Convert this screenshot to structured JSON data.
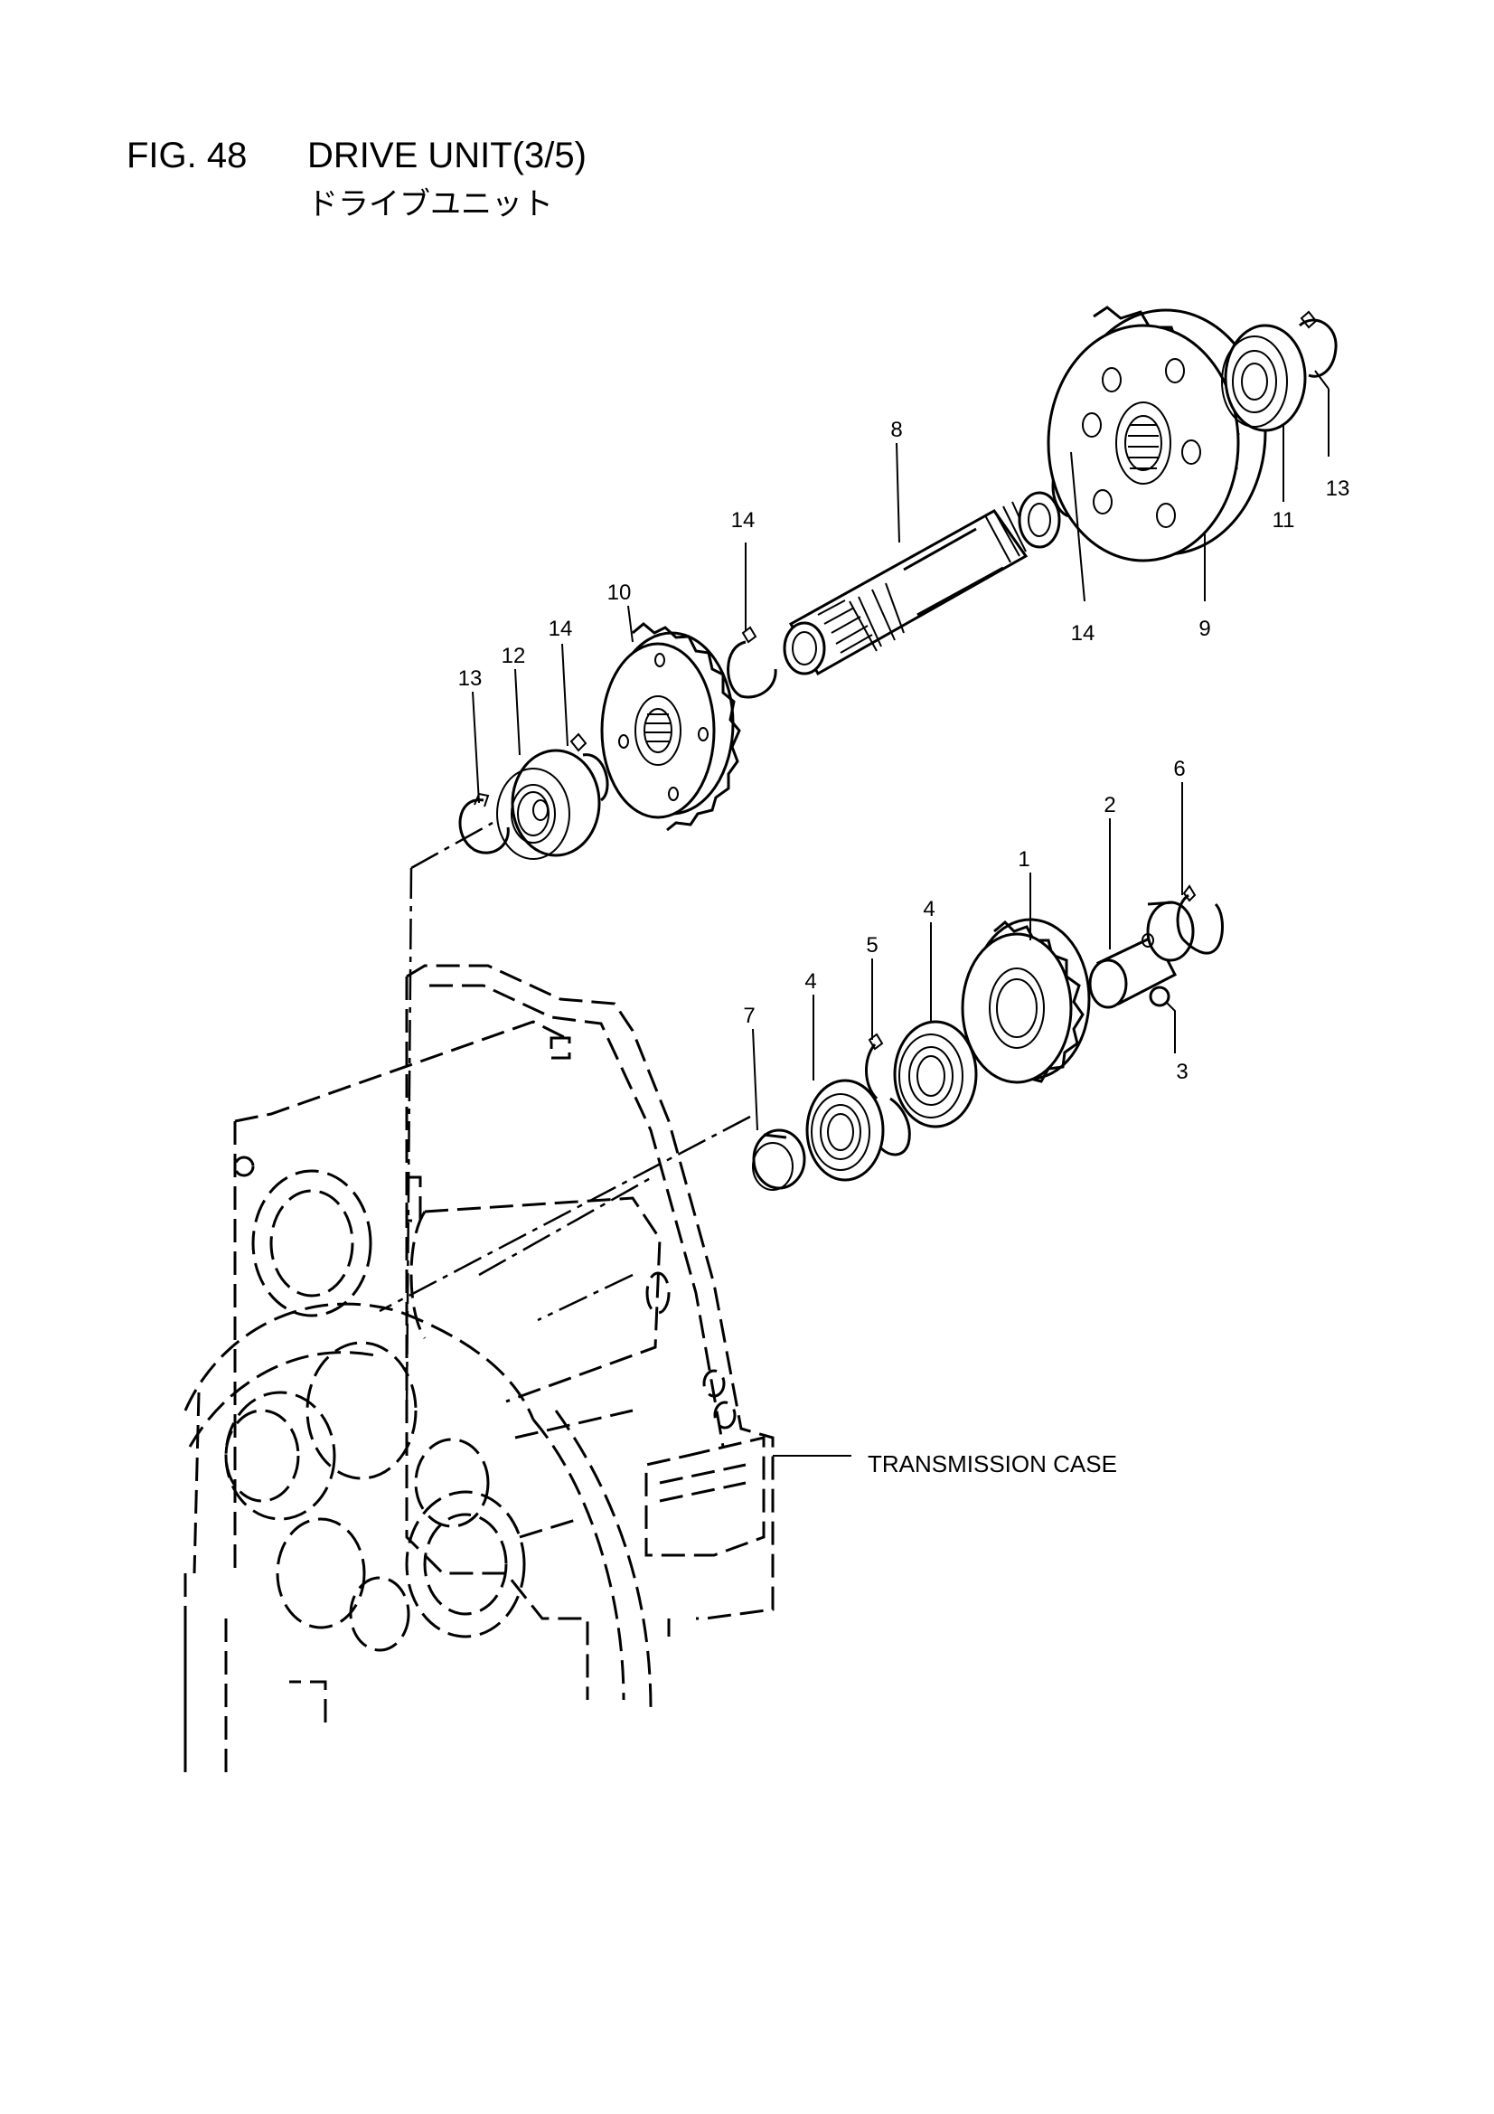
{
  "header": {
    "fig_no": "FIG. 48",
    "title": "DRIVE UNIT(3/5)",
    "subtitle": "ドライブユニット"
  },
  "callouts": [
    {
      "id": "c1",
      "text": "1"
    },
    {
      "id": "c2",
      "text": "2"
    },
    {
      "id": "c3",
      "text": "3"
    },
    {
      "id": "c4a",
      "text": "4"
    },
    {
      "id": "c4b",
      "text": "4"
    },
    {
      "id": "c5",
      "text": "5"
    },
    {
      "id": "c6",
      "text": "6"
    },
    {
      "id": "c7",
      "text": "7"
    },
    {
      "id": "c8",
      "text": "8"
    },
    {
      "id": "c9",
      "text": "9"
    },
    {
      "id": "c10",
      "text": "10"
    },
    {
      "id": "c11",
      "text": "11"
    },
    {
      "id": "c12",
      "text": "12"
    },
    {
      "id": "c13a",
      "text": "13"
    },
    {
      "id": "c13b",
      "text": "13"
    },
    {
      "id": "c14a",
      "text": "14"
    },
    {
      "id": "c14b",
      "text": "14"
    },
    {
      "id": "c14c",
      "text": "14"
    }
  ],
  "case_label": "TRANSMISSION CASE"
}
